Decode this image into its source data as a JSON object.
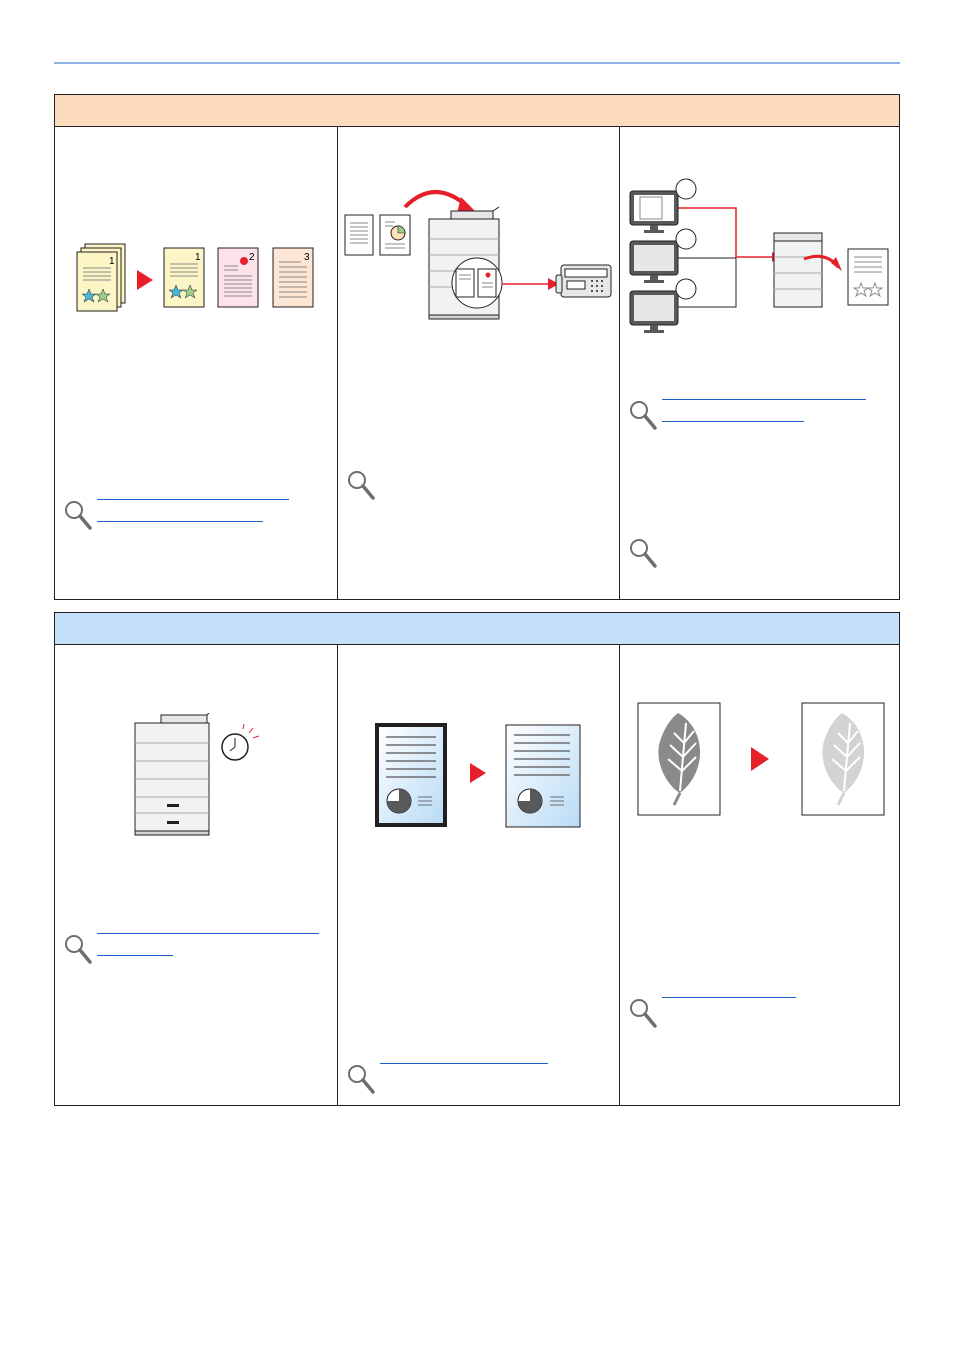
{
  "header": {
    "rule_color": "#8fb3e6"
  },
  "sections": [
    {
      "id": "upper",
      "band_color": "#fddcbd",
      "cells": [
        {
          "name": "document-split",
          "page_numbers": [
            "1",
            "1",
            "2",
            "3"
          ],
          "reference_icon": "magnifier-icon"
        },
        {
          "name": "fax-send",
          "reference_icon": "magnifier-icon"
        },
        {
          "name": "network-print",
          "reference_icon": "magnifier-icon"
        }
      ]
    },
    {
      "id": "lower",
      "band_color": "#c5e0f9",
      "cells": [
        {
          "name": "scheduled-power",
          "reference_icon": "magnifier-icon"
        },
        {
          "name": "background-removal",
          "reference_icon": "magnifier-icon"
        },
        {
          "name": "toner-save",
          "reference_icon": "magnifier-icon"
        }
      ]
    }
  ],
  "colors": {
    "link": "#1f5fc8",
    "arrow": "#e5202a"
  }
}
